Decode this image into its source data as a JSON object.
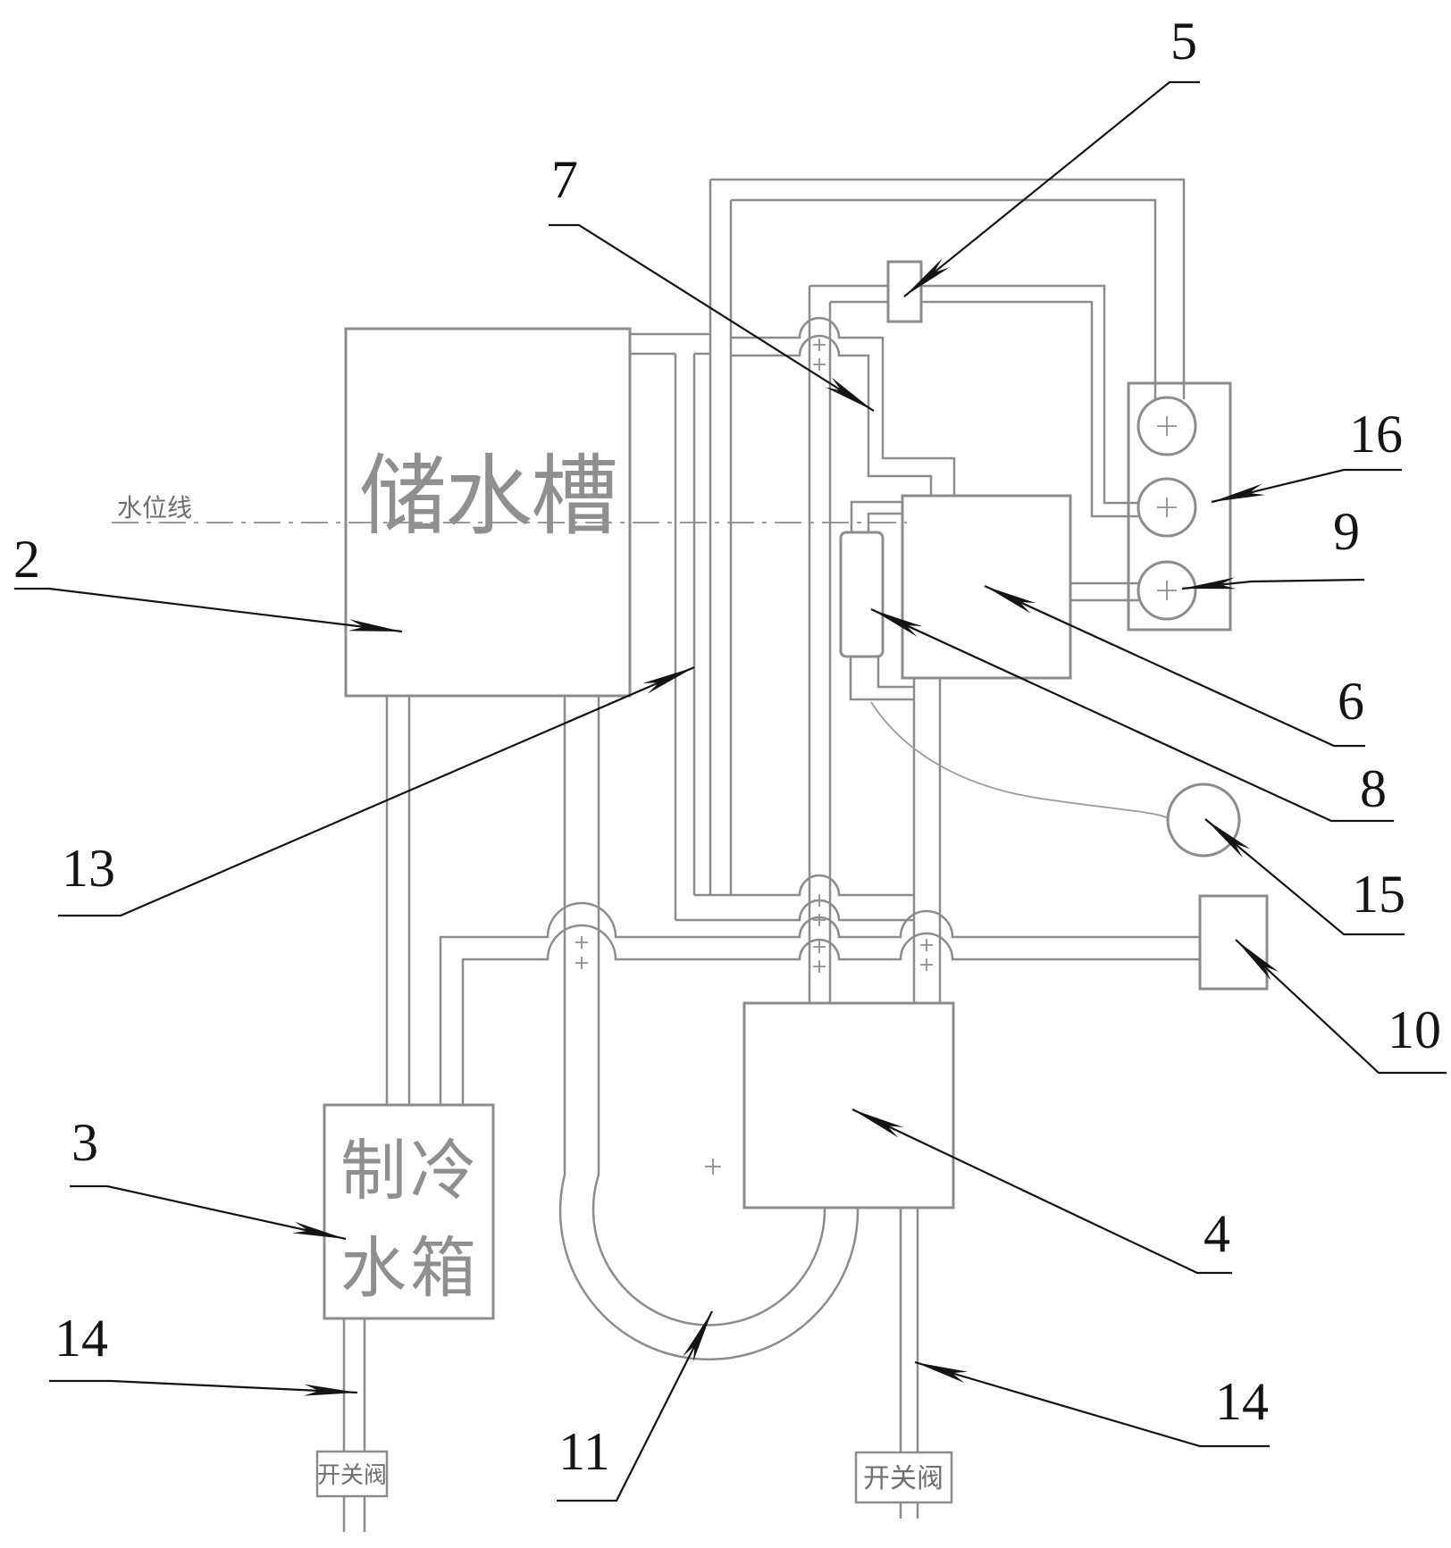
{
  "figure": {
    "type": "patent-line-diagram",
    "background_color": "#ffffff",
    "pipe_color": "#8c8c8c",
    "leader_color": "#141414",
    "text_gray": "#8f8f8f"
  },
  "labels": {
    "storage_tank": "储水槽",
    "water_level": "水位线",
    "cooling_tank_line1": "制冷",
    "cooling_tank_line2": "水箱",
    "valve_left": "开关阀",
    "valve_right": "开关阀"
  },
  "callouts": {
    "c2": {
      "text": "2"
    },
    "c3": {
      "text": "3"
    },
    "c4": {
      "text": "4"
    },
    "c5": {
      "text": "5"
    },
    "c6": {
      "text": "6"
    },
    "c7": {
      "text": "7"
    },
    "c8": {
      "text": "8"
    },
    "c9": {
      "text": "9"
    },
    "c10": {
      "text": "10"
    },
    "c11": {
      "text": "11"
    },
    "c13": {
      "text": "13"
    },
    "c14_left": {
      "text": "14"
    },
    "c14_right": {
      "text": "14"
    },
    "c15": {
      "text": "15"
    },
    "c16": {
      "text": "16"
    }
  }
}
